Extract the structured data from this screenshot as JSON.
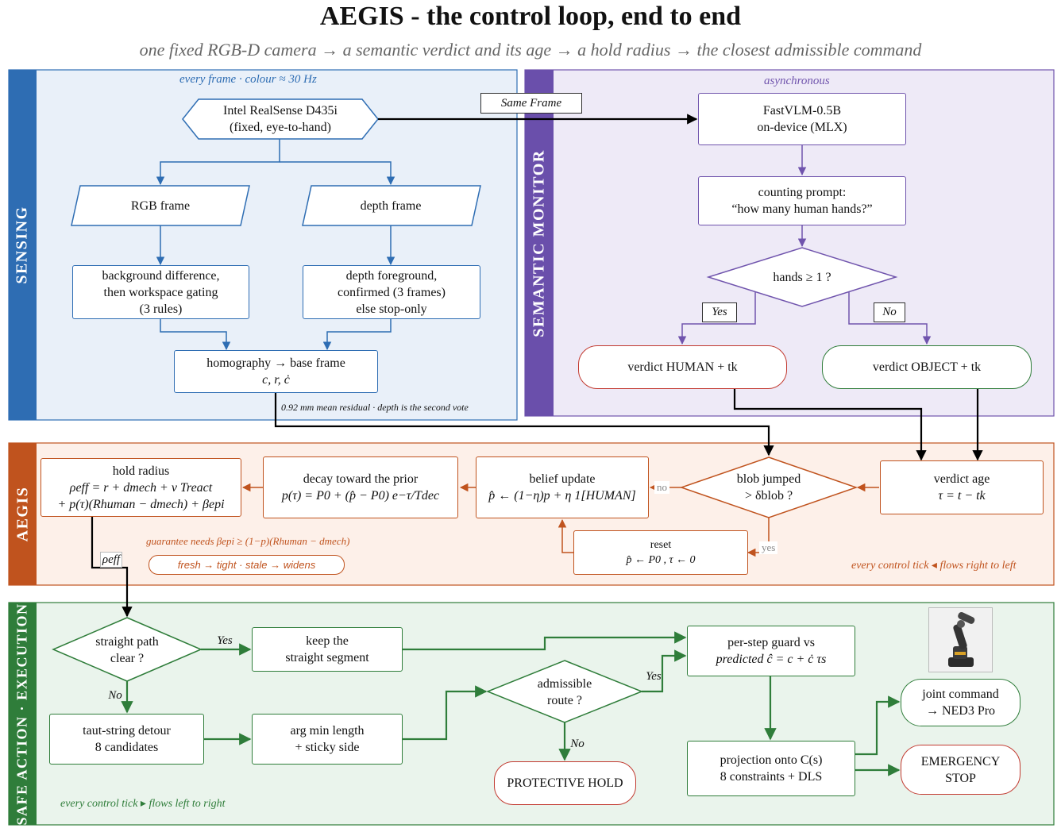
{
  "title": "AEGIS - the control loop, end to end",
  "subtitle": "one fixed RGB-D camera → a semantic verdict and its age → a hold radius → the closest admissible command",
  "colors": {
    "sensing": "#2e6db3",
    "semantic": "#7054ad",
    "aegis": "#c0531e",
    "execution": "#2f7d3a",
    "alert": "#c23a30"
  },
  "sensing": {
    "band_label": "SENSING",
    "rate_note": "every frame · colour ≈ 30 Hz",
    "camera": {
      "line1": "Intel RealSense D435i",
      "line2": "(fixed, eye-to-hand)"
    },
    "rgb_frame": "RGB frame",
    "depth_frame": "depth frame",
    "bg_diff": {
      "line1": "background difference,",
      "line2": "then workspace gating",
      "line3": "(3 rules)"
    },
    "depth_fg": {
      "line1": "depth foreground,",
      "line2": "confirmed (3 frames)",
      "line3": "else stop-only"
    },
    "homography": {
      "line1": "homography → base frame",
      "line2": "c, r, ċ"
    },
    "residual_note": "0.92 mm mean residual · depth is the second vote"
  },
  "semantic": {
    "band_label": "SEMANTIC MONITOR",
    "rate_note": "asynchronous",
    "same_frame": "Same Frame",
    "vlm": {
      "line1": "FastVLM-0.5B",
      "line2": "on-device (MLX)"
    },
    "prompt": {
      "line1": "counting prompt:",
      "line2": "“how many human hands?”"
    },
    "decision": "hands ≥ 1 ?",
    "yes": "Yes",
    "no": "No",
    "verdict_human": "verdict HUMAN + tk",
    "verdict_object": "verdict OBJECT + tk"
  },
  "aegis": {
    "band_label": "AEGIS",
    "verdict_age": {
      "line1": "verdict age",
      "line2": "τ = t − tk"
    },
    "blob_jumped": {
      "line1": "blob jumped",
      "line2": "> δblob ?"
    },
    "no": "no",
    "yes": "yes",
    "reset": {
      "line1": "reset",
      "line2": "p̂ ← P0 , τ ← 0"
    },
    "belief": {
      "line1": "belief update",
      "line2": "p̂ ← (1−η)p + η 1[HUMAN]"
    },
    "decay": {
      "line1": "decay toward the prior",
      "line2": "p(τ) = P0 + (p̂ − P0) e−τ/Tdec"
    },
    "hold": {
      "line1": "hold radius",
      "line2": "ρeff = r + dmech + v Treact",
      "line3": "+ p(τ)(Rhuman − dmech) + βepi"
    },
    "guarantee_note": "guarantee needs βepi ≥ (1−p)(Rhuman − dmech)",
    "chip": "fresh → tight · stale → widens",
    "flow_note": "every control tick ◂ flows right to left",
    "rho_label": "ρeff"
  },
  "execution": {
    "band_label": "SAFE ACTION · EXECUTION",
    "straight": {
      "line1": "straight path",
      "line2": "clear ?"
    },
    "yes": "Yes",
    "no": "No",
    "keep": {
      "line1": "keep the",
      "line2": "straight segment"
    },
    "detour": {
      "line1": "taut-string detour",
      "line2": "8 candidates"
    },
    "argmin": {
      "line1": "arg min length",
      "line2": "+ sticky side"
    },
    "admissible": {
      "line1": "admissible",
      "line2": "route ?"
    },
    "adm_yes": "Yes",
    "adm_no": "No",
    "hold": "PROTECTIVE HOLD",
    "guard": {
      "line1": "per-step guard vs",
      "line2": "predicted ĉ = c + ċ τs"
    },
    "projection": {
      "line1": "projection onto C(s)",
      "line2": "8 constraints + DLS"
    },
    "joint": {
      "line1": "joint command",
      "line2": "→ NED3 Pro"
    },
    "estop": {
      "line1": "EMERGENCY",
      "line2": "STOP"
    },
    "flow_note": "every control tick ▸ flows left to right"
  }
}
